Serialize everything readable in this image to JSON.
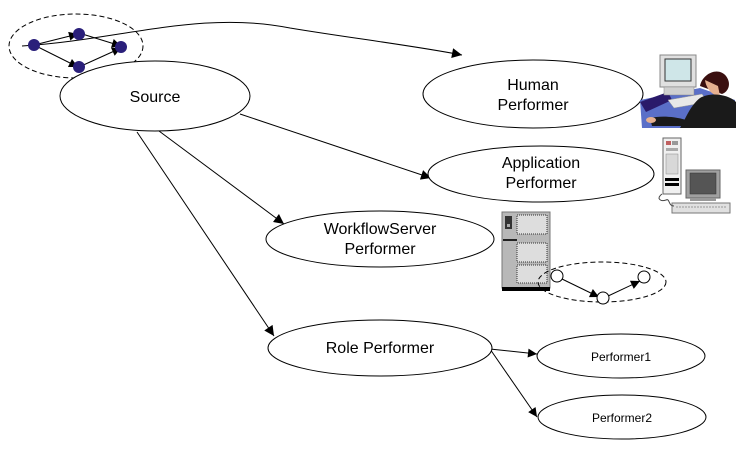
{
  "diagram": {
    "type": "performer-hierarchy",
    "nodes": [
      {
        "id": "source",
        "lines": [
          "Source"
        ]
      },
      {
        "id": "human",
        "lines": [
          "Human",
          "Performer"
        ]
      },
      {
        "id": "application",
        "lines": [
          "Application",
          "Performer"
        ]
      },
      {
        "id": "workflowserver",
        "lines": [
          "WorkflowServer",
          "Performer"
        ]
      },
      {
        "id": "role",
        "lines": [
          "Role Performer"
        ]
      },
      {
        "id": "performer1",
        "lines": [
          "Performer1"
        ]
      },
      {
        "id": "performer2",
        "lines": [
          "Performer2"
        ]
      }
    ],
    "edges": [
      {
        "from": "source",
        "to": "human"
      },
      {
        "from": "source",
        "to": "application"
      },
      {
        "from": "source",
        "to": "workflowserver"
      },
      {
        "from": "source",
        "to": "role"
      },
      {
        "from": "role",
        "to": "performer1"
      },
      {
        "from": "role",
        "to": "performer2"
      }
    ],
    "icons": [
      {
        "name": "process-graph-icon",
        "attached_to": "source"
      },
      {
        "name": "person-at-computer-icon",
        "attached_to": "human"
      },
      {
        "name": "desktop-computer-icon",
        "attached_to": "application"
      },
      {
        "name": "server-tower-icon",
        "attached_to": "workflowserver"
      },
      {
        "name": "server-process-graph-icon",
        "attached_to": "workflowserver"
      }
    ],
    "colors": {
      "graph_node_fill": "#2a1f7a",
      "monitor_screen": "#cfe6e8",
      "desk_blue": "#5a6fc8",
      "suit_dark": "#1a1a1a",
      "hair": "#3a0f0f",
      "server_gray": "#b8b8b8"
    }
  }
}
